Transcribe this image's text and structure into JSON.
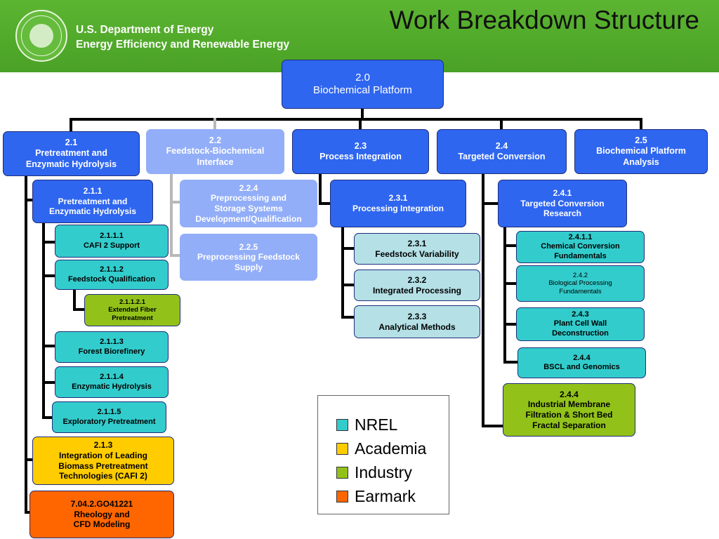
{
  "header": {
    "org_line1": "U.S. Department of Energy",
    "org_line2": "Energy Efficiency and Renewable Energy",
    "title": "Work Breakdown Structure"
  },
  "colors": {
    "header_green": "#4aa126",
    "blue": "#2f66f0",
    "nrel_teal": "#33cccc",
    "academia_yellow": "#ffcc00",
    "industry_green": "#92c21a",
    "earmark_orange": "#ff6600",
    "light_teal": "#b4e0e6"
  },
  "nodes": {
    "n20": {
      "label": "2.0\nBiochemical Platform"
    },
    "n21": {
      "label": "2.1\nPretreatment and\nEnzymatic Hydrolysis"
    },
    "n22": {
      "label": "2.2\nFeedstock-Biochemical\nInterface"
    },
    "n23": {
      "label": "2.3\nProcess Integration"
    },
    "n24": {
      "label": "2.4\nTargeted Conversion"
    },
    "n25": {
      "label": "2.5\nBiochemical Platform\nAnalysis"
    },
    "n211": {
      "label": "2.1.1\nPretreatment and\nEnzymatic Hydrolysis"
    },
    "n2111": {
      "label": "2.1.1.1\nCAFI 2 Support"
    },
    "n2112": {
      "label": "2.1.1.2\nFeedstock Qualification"
    },
    "n21121": {
      "label": "2.1.1.2.1\nExtended Fiber\nPretreatment"
    },
    "n2113": {
      "label": "2.1.1.3\nForest Biorefinery"
    },
    "n2114": {
      "label": "2.1.1.4\nEnzymatic Hydrolysis"
    },
    "n2115": {
      "label": "2.1.1.5\nExploratory Pretreatment"
    },
    "n213": {
      "label": "2.1.3\nIntegration of Leading\nBiomass Pretreatment\nTechnologies (CAFI 2)"
    },
    "n7042": {
      "label": "7.04.2.GO41221\nRheology and\nCFD Modeling"
    },
    "n224": {
      "label": "2.2.4\nPreprocessing and\nStorage Systems\nDevelopment/Qualification"
    },
    "n225": {
      "label": "2.2.5\nPreprocessing Feedstock\nSupply"
    },
    "n231": {
      "label": "2.3.1\nProcessing Integration"
    },
    "n231b": {
      "label": "2.3.1\nFeedstock Variability"
    },
    "n232": {
      "label": "2.3.2\nIntegrated Processing"
    },
    "n233": {
      "label": "2.3.3\nAnalytical Methods"
    },
    "n241": {
      "label": "2.4.1\nTargeted Conversion\nResearch"
    },
    "n2411": {
      "label": "2.4.1.1\nChemical Conversion\nFundamentals"
    },
    "n242": {
      "label": "2.4.2\nBiological Processing\nFundamentals"
    },
    "n243": {
      "label": "2.4.3\nPlant Cell Wall\nDeconstruction"
    },
    "n244": {
      "label": "2.4.4\nBSCL and Genomics"
    },
    "n244b": {
      "label": "2.4.4\nIndustrial Membrane\nFiltration & Short Bed\nFractal Separation"
    }
  },
  "legend": {
    "items": [
      {
        "label": "NREL",
        "color": "#33cccc"
      },
      {
        "label": "Academia",
        "color": "#ffcc00"
      },
      {
        "label": "Industry",
        "color": "#92c21a"
      },
      {
        "label": "Earmark",
        "color": "#ff6600"
      }
    ]
  }
}
